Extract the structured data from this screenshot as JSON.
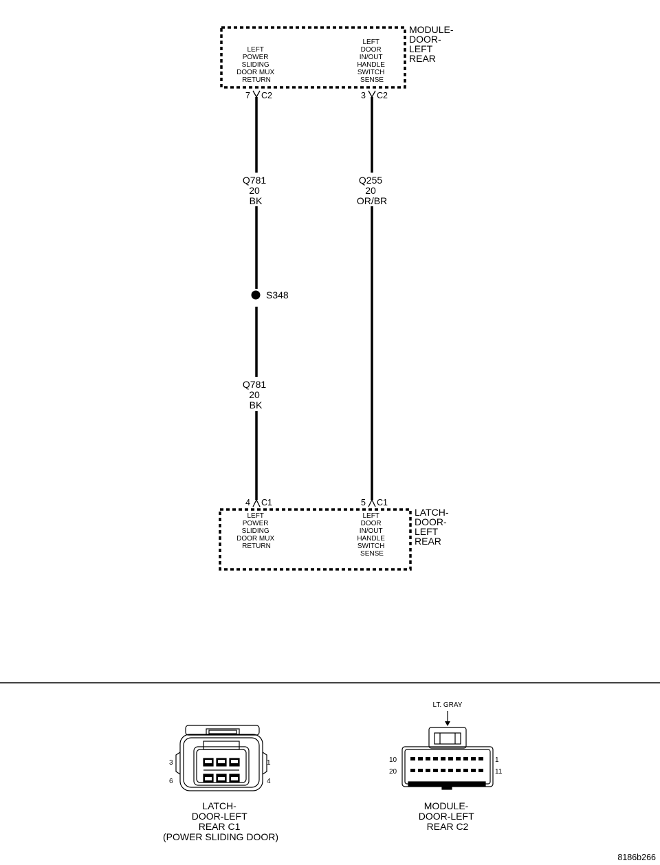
{
  "module": {
    "name_lines": [
      "MODULE-",
      "DOOR-",
      "LEFT",
      "REAR"
    ],
    "pin1_lines": [
      "LEFT",
      "POWER",
      "SLIDING",
      "DOOR MUX",
      "RETURN"
    ],
    "pin1_cavity": "7",
    "pin1_connector": "C2",
    "pin2_lines": [
      "LEFT",
      "DOOR",
      "IN/OUT",
      "HANDLE",
      "SWITCH",
      "SENSE"
    ],
    "pin2_cavity": "3",
    "pin2_connector": "C2"
  },
  "latch": {
    "name_lines": [
      "LATCH-",
      "DOOR-",
      "LEFT",
      "REAR"
    ],
    "pin1_lines": [
      "LEFT",
      "POWER",
      "SLIDING",
      "DOOR MUX",
      "RETURN"
    ],
    "pin1_cavity": "4",
    "pin1_connector": "C1",
    "pin2_lines": [
      "LEFT",
      "DOOR",
      "IN/OUT",
      "HANDLE",
      "SWITCH",
      "SENSE"
    ],
    "pin2_cavity": "5",
    "pin2_connector": "C1"
  },
  "wires": {
    "left_upper": [
      "Q781",
      "20",
      "BK"
    ],
    "left_lower": [
      "Q781",
      "20",
      "BK"
    ],
    "right": [
      "Q255",
      "20",
      "OR/BR"
    ],
    "splice": "S348"
  },
  "connectors": {
    "latch_view": {
      "caption_lines": [
        "LATCH-",
        "DOOR-LEFT",
        "REAR C1",
        "(POWER SLIDING DOOR)"
      ],
      "pins": {
        "top_left": "3",
        "top_right": "1",
        "bottom_left": "6",
        "bottom_right": "4"
      }
    },
    "module_view": {
      "caption_lines": [
        "MODULE-",
        "DOOR-LEFT",
        "REAR C2"
      ],
      "color_callout": "LT. GRAY",
      "pins": {
        "top_left": "10",
        "top_right": "1",
        "bottom_left": "20",
        "bottom_right": "11"
      }
    }
  },
  "figure_id": "8186b266"
}
